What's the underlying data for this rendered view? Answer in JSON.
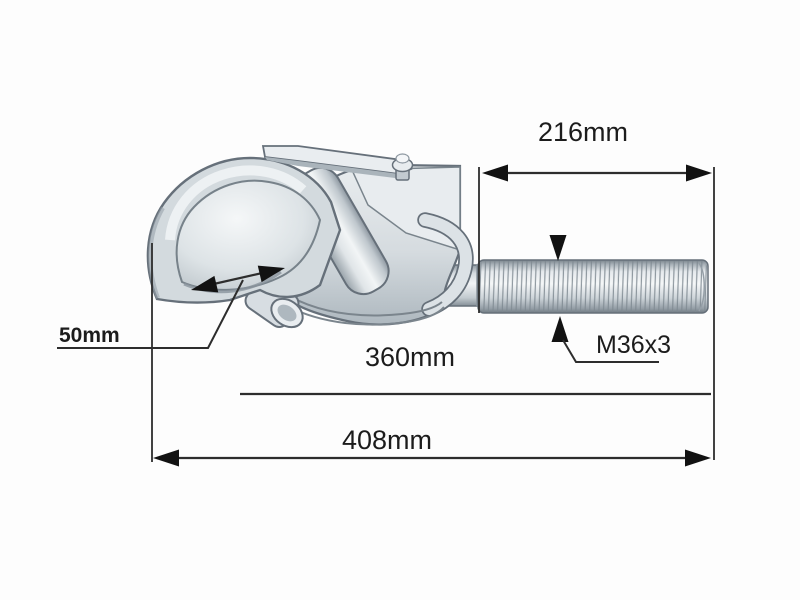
{
  "labels": {
    "thread_length": "216mm",
    "hook_opening": "50mm",
    "shank_length": "360mm",
    "overall_length": "408mm",
    "thread_spec": "M36x3"
  },
  "colors": {
    "background": "#fdfdfd",
    "dimension_line": "#2d2d2d",
    "arrowhead": "#121212",
    "label_text": "#1c1c1c",
    "part_outline": "#66707a",
    "part_fill_light": "#eef1f3",
    "part_fill_mid": "#d8dee2",
    "part_fill_shadow": "#a9b3ba"
  }
}
